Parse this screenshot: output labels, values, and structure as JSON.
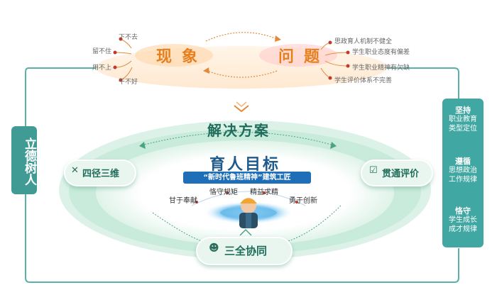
{
  "left_banner": "立德树人",
  "top": {
    "phenomenon": "现象",
    "problem": "问题",
    "phenomenon_items": [
      "下不去",
      "留不住",
      "用不上",
      "干不好"
    ],
    "problem_items": [
      "思政育人机制不健全",
      "学生职业态度有偏差",
      "学生职业精神有欠缺",
      "学生评价体系不完善"
    ]
  },
  "solution": "解决方案",
  "target": {
    "title": "育人目标",
    "subtitle": "“新时代鲁班精神”建筑工匠",
    "values": [
      "甘于奉献",
      "恪守规矩",
      "精益求精",
      "勇于创新"
    ]
  },
  "nodes": {
    "left": "四径三维",
    "right": "贯通评价",
    "bottom": "三全协同"
  },
  "side": [
    {
      "head": "坚持",
      "line1": "职业教育",
      "line2": "类型定位"
    },
    {
      "head": "遵循",
      "line1": "思想政治",
      "line2": "工作规律"
    },
    {
      "head": "恪守",
      "line1": "学生成长",
      "line2": "成才规律"
    }
  ]
}
